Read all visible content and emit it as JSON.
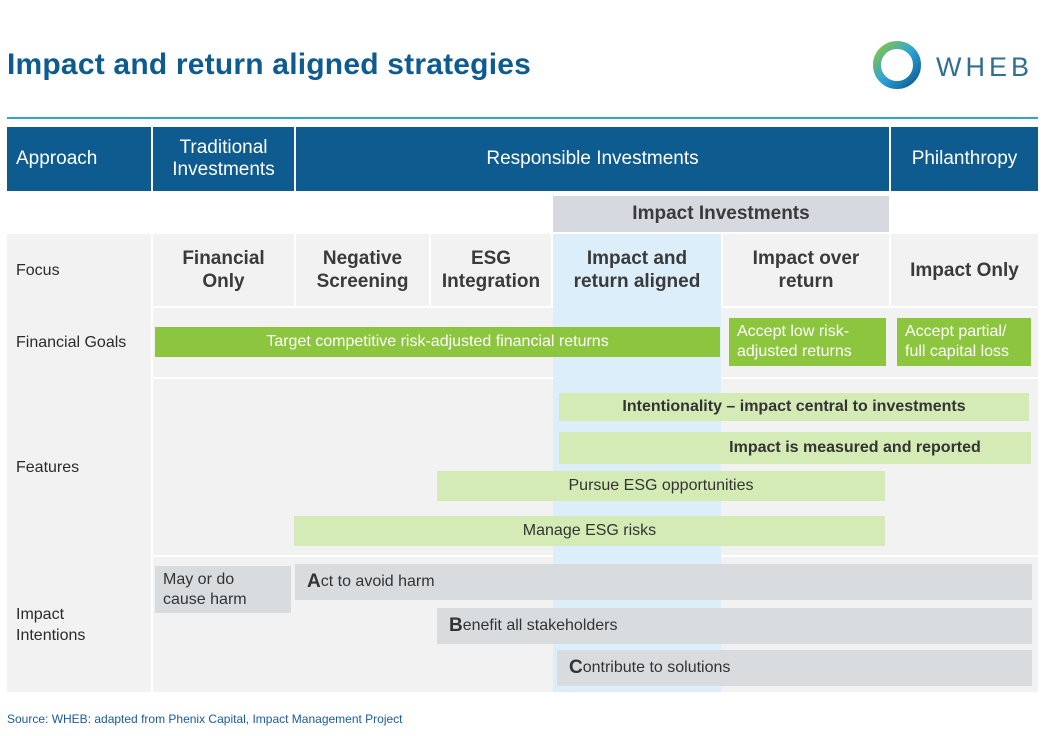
{
  "title": "Impact and return aligned strategies",
  "logo": {
    "text": "WHEB",
    "icon": "wheb-ring-logo-icon",
    "color": "#2f6f8f"
  },
  "colors": {
    "header": "#0d5b8f",
    "green": "#8cc63f",
    "light_green": "#d4ebb6",
    "highlight": "#dbeef9",
    "gray": "#d9dcdf"
  },
  "header": {
    "approach": "Approach",
    "traditional": "Traditional Investments",
    "responsible": "Responsible Investments",
    "philanthropy": "Philanthropy"
  },
  "impact_investments": "Impact Investments",
  "rows": {
    "focus": "Focus",
    "financial_goals": "Financial Goals",
    "features": "Features",
    "impact_intentions": "Impact Intentions"
  },
  "focus": {
    "financial_only": "Financial Only",
    "negative_screening": "Negative Screening",
    "esg_integration": "ESG Integration",
    "impact_return_aligned": "Impact and return aligned",
    "impact_over_return": "Impact over return",
    "impact_only": "Impact Only"
  },
  "financial_goals": {
    "target": "Target competitive risk-adjusted financial returns",
    "accept_low": "Accept low risk-adjusted returns",
    "accept_partial": "Accept partial/ full capital loss"
  },
  "features": {
    "intentionality": "Intentionality – impact central to investments",
    "measured": "Impact is measured and reported",
    "pursue": "Pursue ESG opportunities",
    "manage": "Manage ESG risks"
  },
  "intentions": {
    "harm": "May or do cause harm",
    "act_cap": "A",
    "act_rest": "ct to avoid harm",
    "benefit_cap": "B",
    "benefit_rest": "enefit all stakeholders",
    "contribute_cap": "C",
    "contribute_rest": "ontribute to solutions"
  },
  "source": "Source: WHEB: adapted from Phenix Capital, Impact Management Project"
}
